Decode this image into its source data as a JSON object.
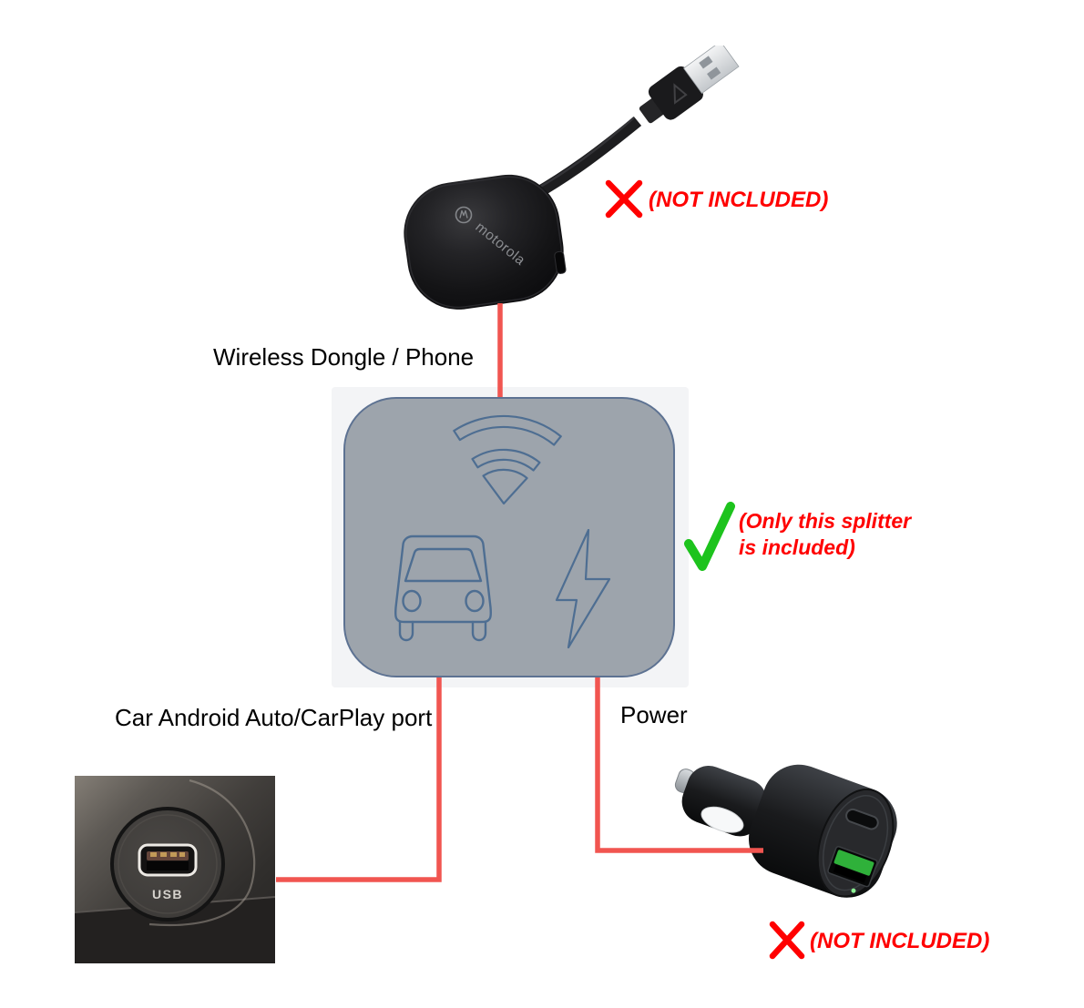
{
  "diagram": {
    "labels": {
      "wireless_dongle": "Wireless Dongle / Phone",
      "car_port": "Car Android Auto/CarPlay port",
      "power": "Power"
    },
    "annotations": {
      "dongle_not_included": "(NOT INCLUDED)",
      "splitter_included_line1": "(Only this splitter",
      "splitter_included_line2": "is included)",
      "charger_not_included": "(NOT INCLUDED)"
    },
    "devices": {
      "dongle_brand": "motorola",
      "car_usb_port_label": "USB"
    },
    "icons": {
      "splitter_box": [
        "wifi-icon",
        "car-icon",
        "lightning-bolt-icon"
      ],
      "excluded_mark": "red-x-icon",
      "included_mark": "green-check-icon"
    },
    "colors": {
      "connector_line_red": "#f15550",
      "annotation_red": "#ff0000",
      "check_green": "#1dc31d",
      "splitter_fill": "#9da4ac",
      "splitter_border": "#5d7292",
      "splitter_icon_stroke": "#4e6e92",
      "charger_usb_green": "#2fb13a"
    }
  }
}
